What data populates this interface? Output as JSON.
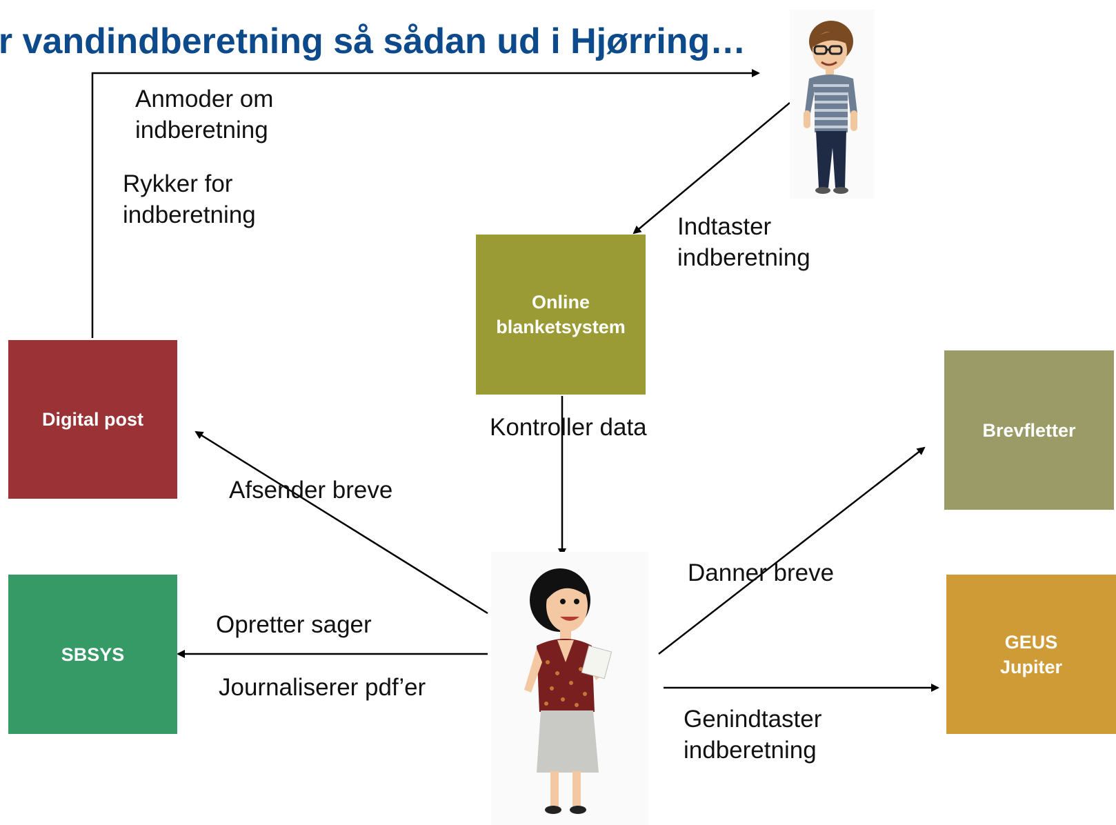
{
  "title": "ker vandindberetning så sådan ud i Hjørring…",
  "boxes": {
    "digital_post": {
      "label": "Digital post",
      "color": "#9a3236"
    },
    "online": {
      "label": "Online\nblanketsystem",
      "color": "#9b9b36"
    },
    "sbsys": {
      "label": "SBSYS",
      "color": "#369a67"
    },
    "brevfletter": {
      "label": "Brevfletter",
      "color": "#9b9b67"
    },
    "geus": {
      "label": "GEUS\nJupiter",
      "color": "#cf9b36"
    }
  },
  "labels": {
    "anmoder": "Anmoder om\nindberetning",
    "rykker": "Rykker for\nindberetning",
    "indtaster": "Indtaster\nindberetning",
    "kontroller": "Kontroller data",
    "afsender": "Afsender breve",
    "opretter": "Opretter sager",
    "journaliserer": "Journaliserer pdf’er",
    "danner": "Danner breve",
    "genindtaster": "Genindtaster\nindberetning"
  },
  "icons": {
    "citizen": "man-with-glasses-figure",
    "caseworker": "woman-caseworker-figure"
  }
}
